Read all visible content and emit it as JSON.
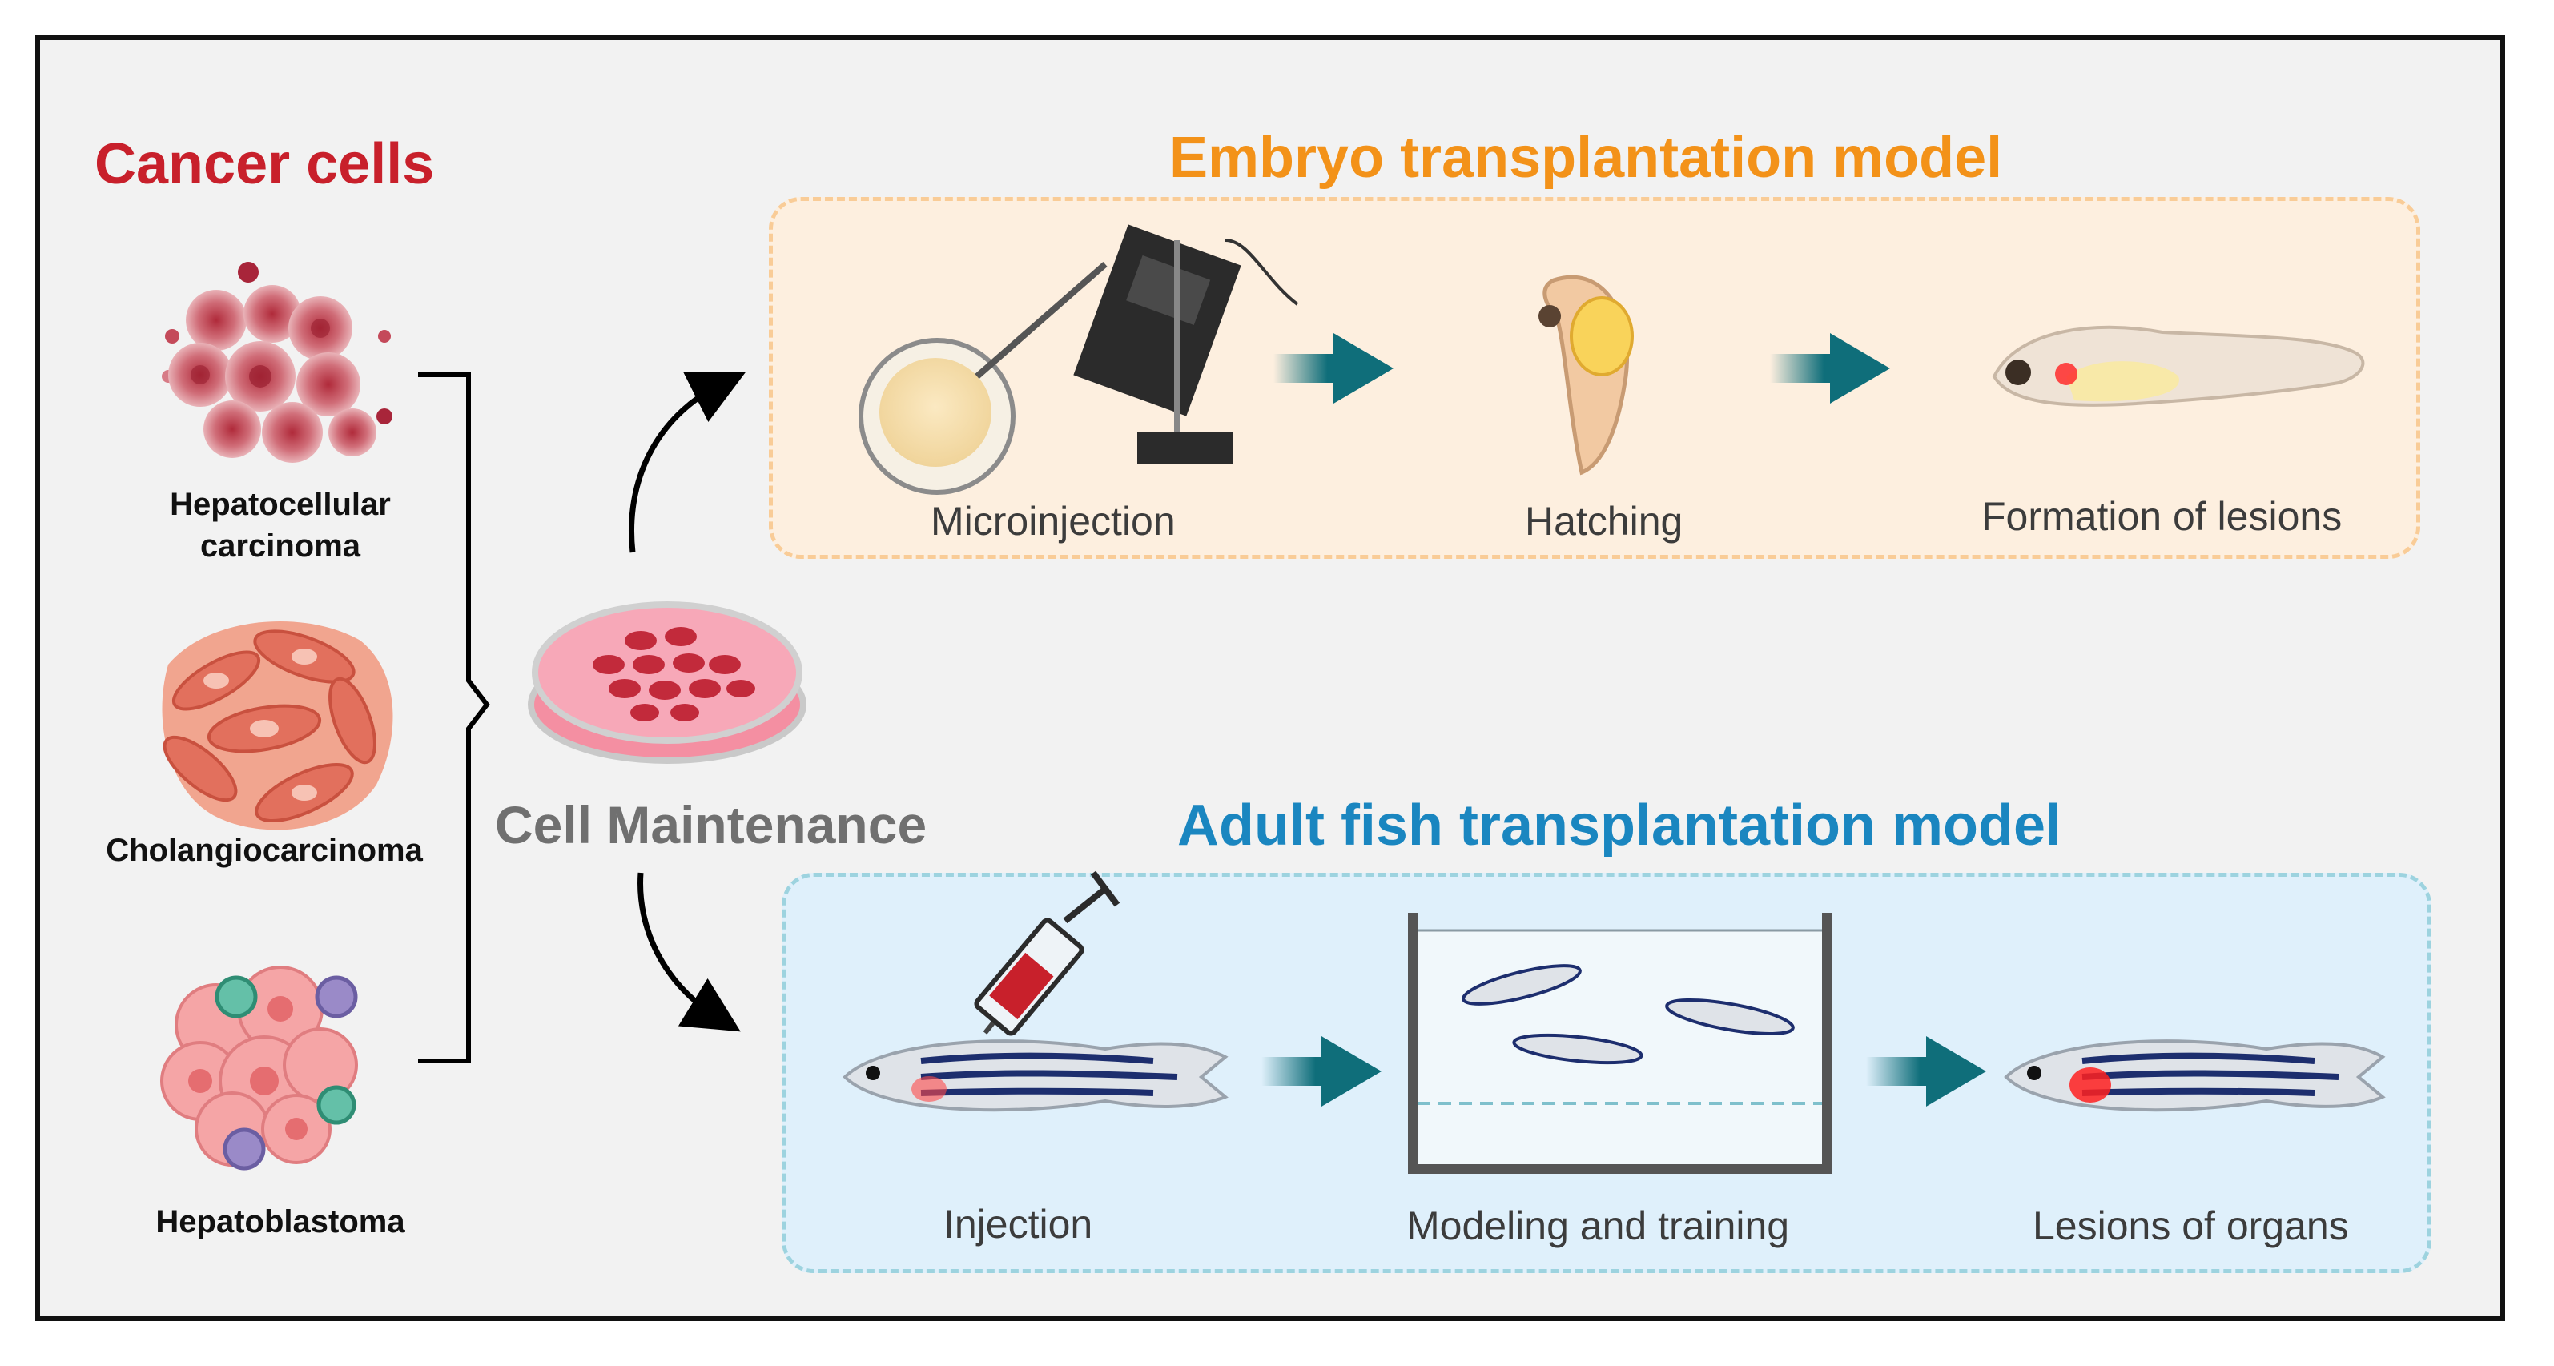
{
  "cancer_cells": {
    "title": "Cancer cells",
    "types": [
      {
        "line1": "Hepatocellular",
        "line2": "carcinoma"
      },
      {
        "line1": "Cholangiocarcinoma"
      },
      {
        "line1": "Hepatoblastoma"
      }
    ]
  },
  "center": {
    "label": "Cell Maintenance"
  },
  "embryo_model": {
    "title": "Embryo transplantation model",
    "steps": [
      "Microinjection",
      "Hatching",
      "Formation of lesions"
    ]
  },
  "adult_model": {
    "title": "Adult fish transplantation model",
    "steps": [
      "Injection",
      "Modeling and training",
      "Lesions of organs"
    ]
  },
  "colors": {
    "cancer_title": "#c8202b",
    "embryo_title": "#f39219",
    "adult_title": "#1a86c0",
    "step_arrow": "#0f6e7a",
    "embryo_panel_fill": "#fdefdf",
    "adult_panel_fill": "#dff0fb"
  },
  "icons": [
    "hcc-cell-cluster-icon",
    "cholangio-cell-icon",
    "hepatoblastoma-cell-icon",
    "petri-dish-icon",
    "microinjector-icon",
    "embryo-icon",
    "larva-icon",
    "syringe-icon",
    "zebrafish-icon",
    "fish-tank-icon"
  ]
}
